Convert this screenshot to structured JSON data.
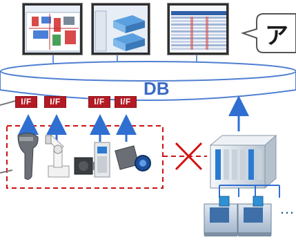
{
  "database": {
    "label": "DB"
  },
  "interfaces": [
    {
      "label": "I/F"
    },
    {
      "label": "I/F"
    },
    {
      "label": "I/F"
    },
    {
      "label": "I/F"
    }
  ],
  "monitors": [
    {
      "title": ""
    },
    {
      "title": ""
    },
    {
      "title": ""
    }
  ],
  "callout": {
    "text": "ア"
  },
  "machines": {
    "ellipsis": "…"
  },
  "colors": {
    "db_outline": "#4f7fd1",
    "arrow": "#2f6fd1",
    "if_fill": "#b31b24",
    "dashed_box": "#cc1111",
    "cross": "#d11111"
  }
}
